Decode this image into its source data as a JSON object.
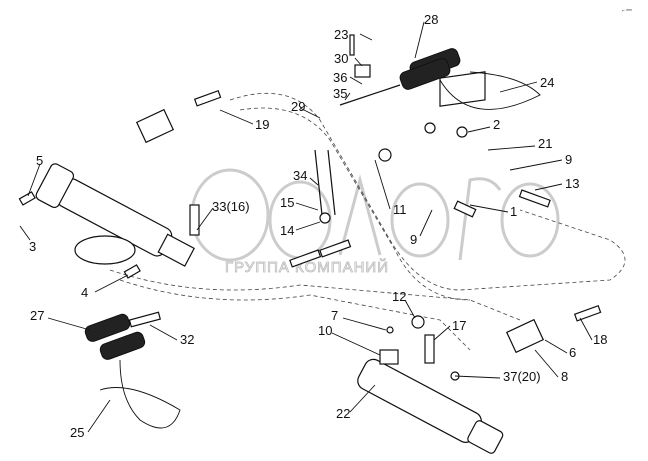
{
  "diagram": {
    "corner_mark": "⌐ ᵐᵐ",
    "watermark": {
      "logo": "белагро",
      "subtitle": "ГРУППА КОМПАНИЙ"
    },
    "labels": [
      {
        "id": "l23",
        "text": "23"
      },
      {
        "id": "l28",
        "text": "28"
      },
      {
        "id": "l30",
        "text": "30"
      },
      {
        "id": "l36",
        "text": "36"
      },
      {
        "id": "l35",
        "text": "35"
      },
      {
        "id": "l29",
        "text": "29"
      },
      {
        "id": "l24",
        "text": "24"
      },
      {
        "id": "l19",
        "text": "19"
      },
      {
        "id": "l2",
        "text": "2"
      },
      {
        "id": "l21",
        "text": "21"
      },
      {
        "id": "l9a",
        "text": "9"
      },
      {
        "id": "l13",
        "text": "13"
      },
      {
        "id": "l5",
        "text": "5"
      },
      {
        "id": "l34",
        "text": "34"
      },
      {
        "id": "l15",
        "text": "15"
      },
      {
        "id": "l33",
        "text": "33(16)"
      },
      {
        "id": "l11",
        "text": "11"
      },
      {
        "id": "l1",
        "text": "1"
      },
      {
        "id": "l14",
        "text": "14"
      },
      {
        "id": "l9b",
        "text": "9"
      },
      {
        "id": "l3",
        "text": "3"
      },
      {
        "id": "l4",
        "text": "4"
      },
      {
        "id": "l12",
        "text": "12"
      },
      {
        "id": "l27",
        "text": "27"
      },
      {
        "id": "l7",
        "text": "7"
      },
      {
        "id": "l17",
        "text": "17"
      },
      {
        "id": "l10",
        "text": "10"
      },
      {
        "id": "l32",
        "text": "32"
      },
      {
        "id": "l18",
        "text": "18"
      },
      {
        "id": "l6",
        "text": "6"
      },
      {
        "id": "l37",
        "text": "37(20)"
      },
      {
        "id": "l8",
        "text": "8"
      },
      {
        "id": "l22",
        "text": "22"
      },
      {
        "id": "l25",
        "text": "25"
      }
    ]
  }
}
